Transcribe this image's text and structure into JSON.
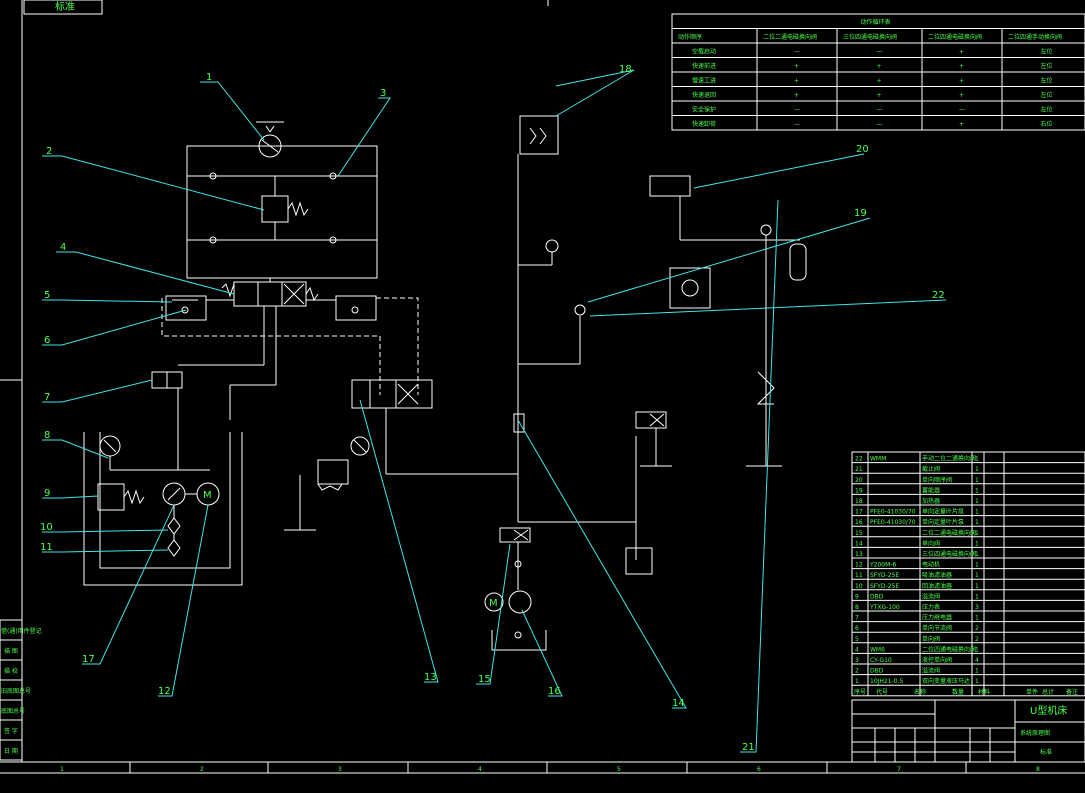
{
  "drawing": {
    "stamp_top_left": "标准",
    "title_block": {
      "name": "U型机床",
      "subtitle": "系统原理图",
      "stamp": "标准"
    },
    "zone_numbers": [
      "1",
      "2",
      "3",
      "4",
      "5",
      "6",
      "7",
      "8"
    ]
  },
  "callouts": [
    "1",
    "2",
    "3",
    "4",
    "5",
    "6",
    "7",
    "8",
    "9",
    "10",
    "11",
    "12",
    "13",
    "14",
    "15",
    "16",
    "17",
    "18",
    "19",
    "20",
    "21",
    "22"
  ],
  "action_table": {
    "title": "动作循环表",
    "headers": [
      "动作顺序",
      "二位二通电磁换向阀",
      "三位四通电磁换向阀",
      "二位四通电磁换向阀",
      "二位四通手动换向阀"
    ],
    "rows": [
      [
        "空载启动",
        "—",
        "—",
        "+",
        "左位"
      ],
      [
        "快速前进",
        "+",
        "+",
        "+",
        "左位"
      ],
      [
        "慢速工进",
        "+",
        "+",
        "+",
        "左位"
      ],
      [
        "快速退回",
        "+",
        "+",
        "+",
        "左位"
      ],
      [
        "安全保护",
        "—",
        "—",
        "—",
        "左位"
      ],
      [
        "快速卸荷",
        "—",
        "—",
        "+",
        "右位"
      ]
    ]
  },
  "parts_list": {
    "rows": [
      [
        "22",
        "WMM",
        "手动二位二通换向阀",
        "1",
        ""
      ],
      [
        "21",
        "",
        "截止阀",
        "1",
        ""
      ],
      [
        "20",
        "",
        "单向顺序阀",
        "1",
        ""
      ],
      [
        "19",
        "",
        "蓄能器",
        "1",
        ""
      ],
      [
        "18",
        "",
        "加热器",
        "1",
        ""
      ],
      [
        "17",
        "PFE0-41030/70",
        "单向定量叶片泵",
        "1",
        ""
      ],
      [
        "16",
        "PFE0-41030/70",
        "单向定量叶片泵",
        "1",
        ""
      ],
      [
        "15",
        "",
        "二位二通电磁换向阀",
        "1",
        ""
      ],
      [
        "14",
        "",
        "单向阀",
        "1",
        ""
      ],
      [
        "13",
        "",
        "三位四通电磁换向阀",
        "1",
        ""
      ],
      [
        "12",
        "Y200M-6",
        "电动机",
        "1",
        ""
      ],
      [
        "11",
        "SFYD-25E",
        "吸油滤油器",
        "1",
        ""
      ],
      [
        "10",
        "SFYD-25E",
        "回油滤油器",
        "1",
        ""
      ],
      [
        "9",
        "DBD",
        "溢流阀",
        "1",
        ""
      ],
      [
        "8",
        "YTXG-100",
        "压力表",
        "3",
        ""
      ],
      [
        "7",
        "",
        "压力继电器",
        "1",
        ""
      ],
      [
        "6",
        "",
        "单向节流阀",
        "2",
        ""
      ],
      [
        "5",
        "",
        "单向阀",
        "2",
        ""
      ],
      [
        "4",
        "WM6",
        "二位四通电磁换向阀",
        "1",
        ""
      ],
      [
        "3",
        "CY-G10",
        "液控单向阀",
        "4",
        ""
      ],
      [
        "2",
        "DBD",
        "溢流阀",
        "1",
        ""
      ],
      [
        "1",
        "10JH21-0.5",
        "双向变量液压马达",
        "1",
        ""
      ]
    ],
    "footer_headers": [
      "序号",
      "代号",
      "名称",
      "数量",
      "材料",
      "单件",
      "总计",
      "备注"
    ]
  },
  "left_strip_labels": [
    "借(通)用件登记",
    "描 图",
    "描 校",
    "旧底图总号",
    "底图总号",
    "签 字",
    "日 期"
  ]
}
